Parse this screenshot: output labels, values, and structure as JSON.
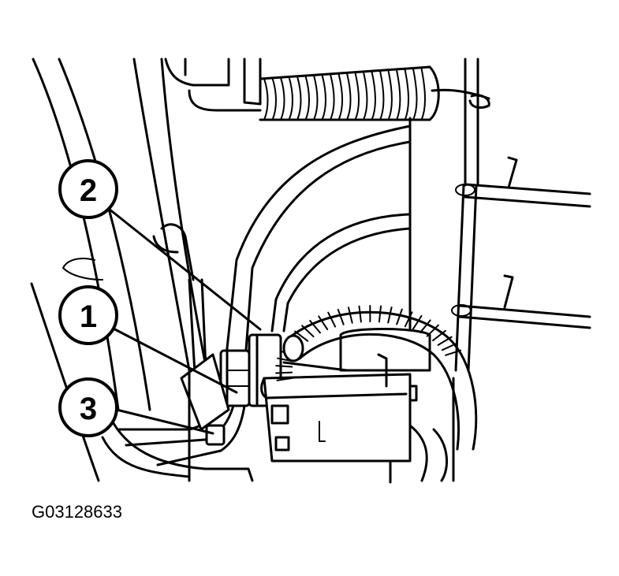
{
  "figure": {
    "callouts": [
      {
        "number": "2"
      },
      {
        "number": "1"
      },
      {
        "number": "3"
      }
    ],
    "figure_code": "G03128633",
    "colors": {
      "ink": "#000000",
      "paper": "#ffffff"
    }
  }
}
